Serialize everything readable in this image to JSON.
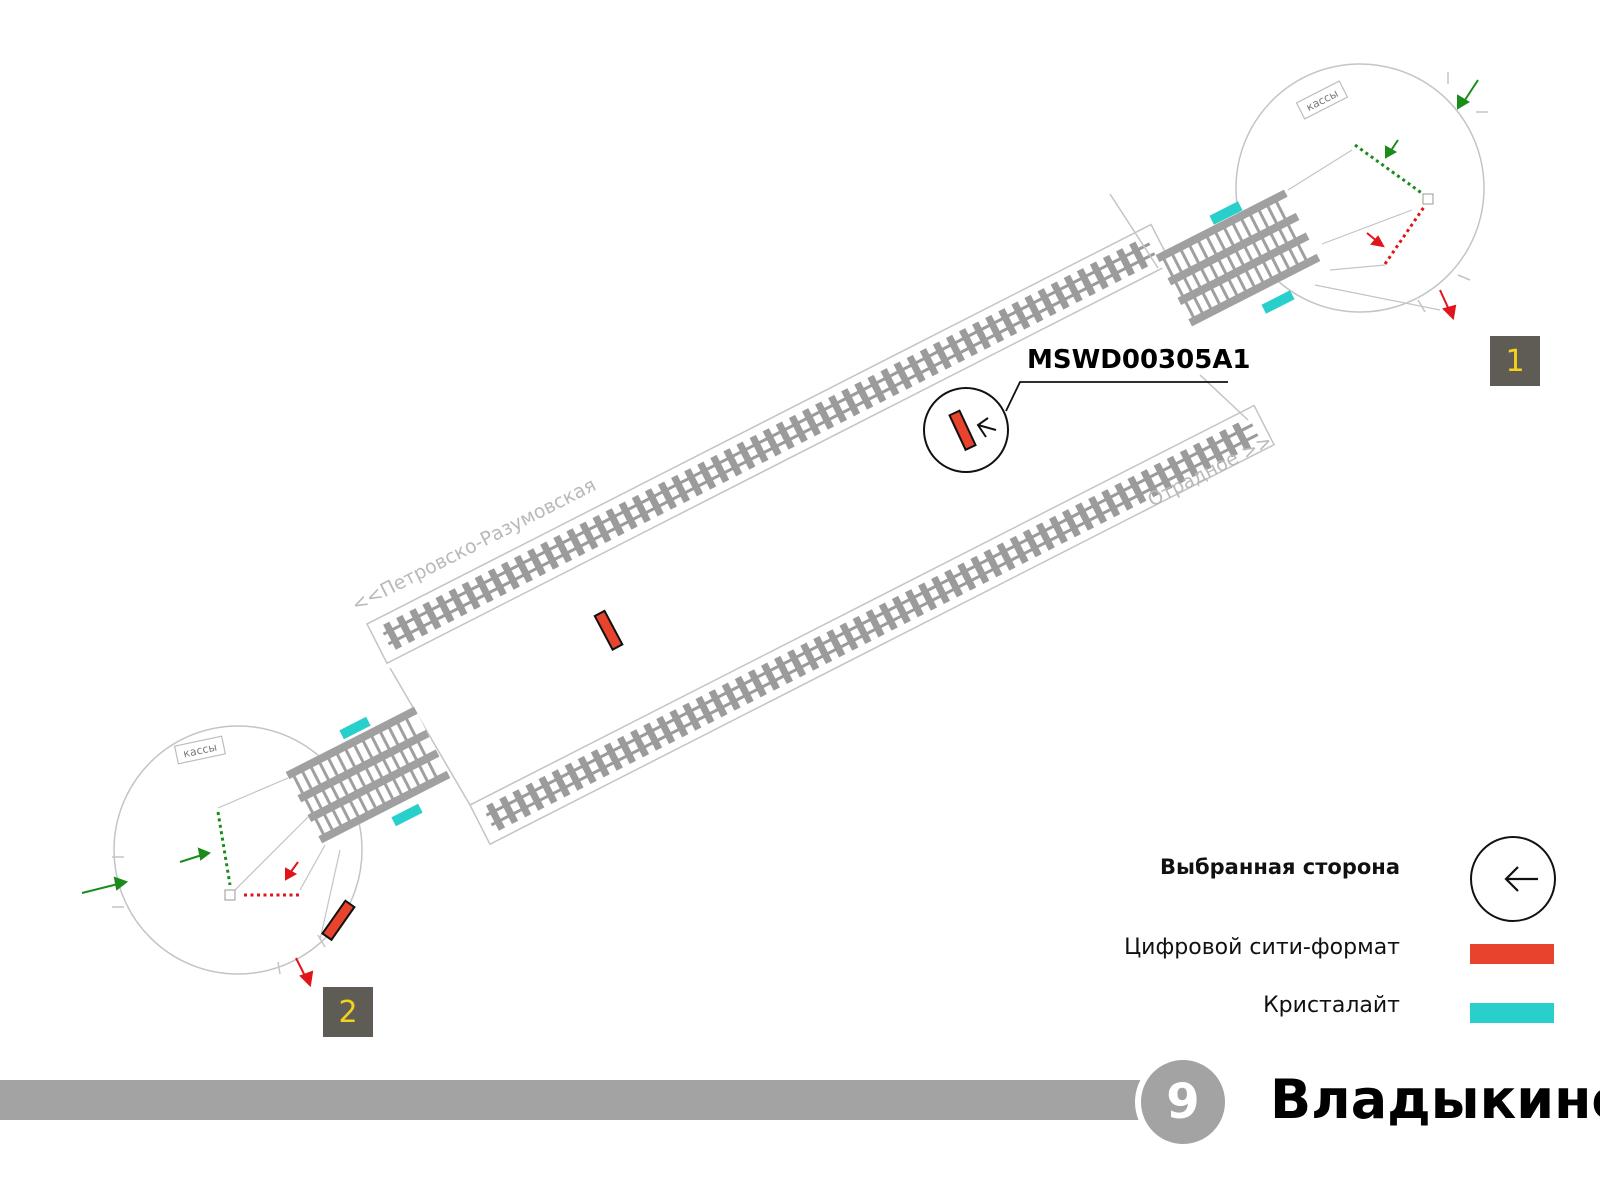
{
  "station": {
    "line_number": "9",
    "name": "Владыкино",
    "line_color": "#a3a3a3"
  },
  "directions": {
    "left": "<<Петровско-Разумовская",
    "right": "Отрадное >>"
  },
  "vestibules": {
    "ticket_office_label": "кассы"
  },
  "exits": [
    {
      "number": "1"
    },
    {
      "number": "2"
    }
  ],
  "selected_panel": {
    "code": "MSWD00305A1"
  },
  "legend": {
    "selected_side": "Выбранная сторона",
    "digital_city_format": "Цифровой сити-формат",
    "crystallite": "Кристалайт"
  },
  "colors": {
    "digital_city_format": "#e8432c",
    "crystallite": "#29cfca",
    "entry_arrow": "#1a8c1a",
    "exit_arrow": "#e0141b",
    "exit_badge_bg": "#5e5c54",
    "exit_badge_text": "#f2d21b"
  },
  "icons": {
    "selected_side": "arrow-left-icon"
  }
}
